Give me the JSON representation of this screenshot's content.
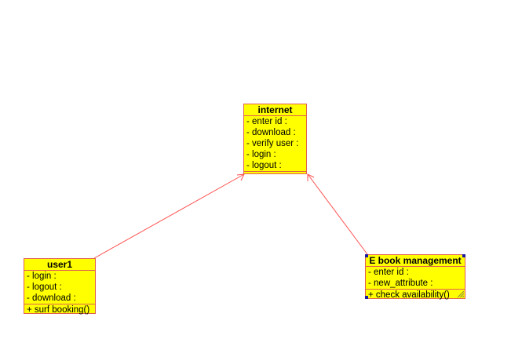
{
  "diagram": {
    "line_color": "#ff5050",
    "box_fill": "#ffff00",
    "classes": {
      "internet": {
        "name": "internet",
        "attributes": [
          "- enter id :",
          "- download :",
          "- verify user :",
          "- login :",
          "- logout :"
        ],
        "operations": []
      },
      "user1": {
        "name": "user1",
        "attributes": [
          "- login :",
          "- logout :",
          "- download :"
        ],
        "operations": [
          "+ surf booking()"
        ]
      },
      "ebook": {
        "name": "E book management",
        "attributes": [
          "- enter id :",
          "- new_attribute :"
        ],
        "operations": [
          "+ check availability()"
        ]
      }
    },
    "associations": [
      {
        "from": "user1",
        "to": "internet",
        "type": "generalization"
      },
      {
        "from": "ebook",
        "to": "internet",
        "type": "generalization"
      }
    ]
  }
}
